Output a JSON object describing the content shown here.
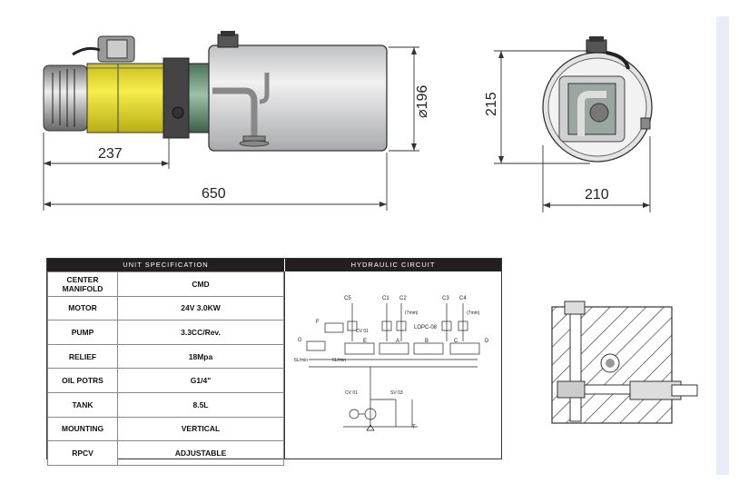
{
  "dimensions": {
    "motor_section_length": "237",
    "total_length": "650",
    "tank_diameter": "⌀196",
    "end_view_height": "215",
    "end_view_width": "210"
  },
  "spec_header": {
    "unit_specification": "UNIT SPECIFICATION",
    "hydraulic_circuit": "HYDRAULIC CIRCUIT"
  },
  "specs": [
    {
      "key": "CENTER MANIFOLD",
      "value": "CMD"
    },
    {
      "key": "MOTOR",
      "value": "24V 3.0KW"
    },
    {
      "key": "PUMP",
      "value": "3.3CC/Rev."
    },
    {
      "key": "RELIEF",
      "value": "18Mpa"
    },
    {
      "key": "OIL POTRS",
      "value": "G1/4\""
    },
    {
      "key": "TANK",
      "value": "8.5L"
    },
    {
      "key": "MOUNTING",
      "value": "VERTICAL"
    },
    {
      "key": "RPCV",
      "value": "ADJUSTABLE"
    }
  ],
  "circuit_labels": {
    "c5": "C5",
    "c1": "C1",
    "c2": "C2",
    "c3": "C3",
    "c4": "C4",
    "f": "F",
    "g": "G",
    "e": "E",
    "a": "A",
    "b": "B",
    "c": "C",
    "d": "D",
    "cv01": "CV 01",
    "cv02": "CV 01",
    "sv03": "SV 03",
    "lopc": "LOPC-08",
    "t": "T",
    "mm1": "(7mm)",
    "mm2": "(7mm)",
    "flow1": "6L/min",
    "flow2": "6L/min"
  },
  "colors": {
    "motor_yellow": "#f2e83a",
    "manifold_green": "#7a9e86",
    "tank_grey": "#d6d7d9",
    "header_black": "#231f20"
  }
}
